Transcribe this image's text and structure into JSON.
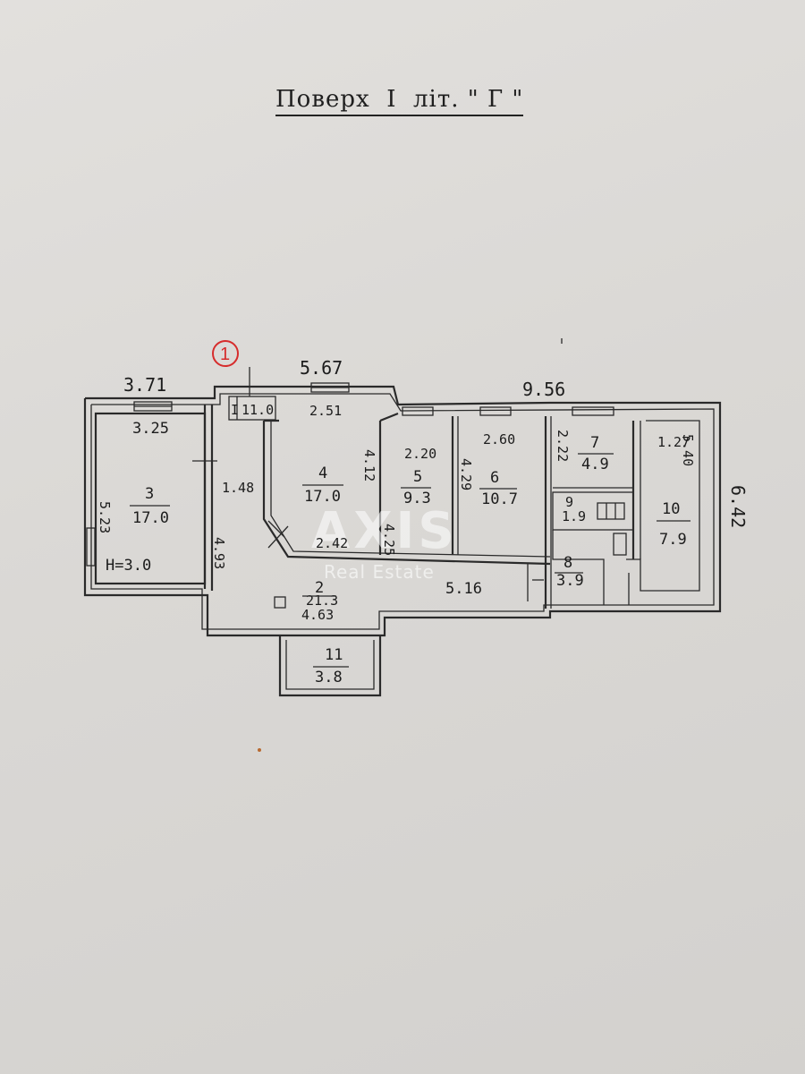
{
  "title": "Поверх  I  літ. \" Г \"",
  "marker": "1",
  "watermark": {
    "brand": "AXIS",
    "sub": "Real Estate",
    "color": "#ffffff"
  },
  "marker_color": "#d62c2c",
  "dimensions": {
    "top_left_width": "3.71",
    "top_mid_width": "5.67",
    "top_right_width": "9.56",
    "right_height": "6.42",
    "room3_top": "3.25",
    "room3_side": "5.23",
    "room3_height": "Н=3.0",
    "room2_left": "1.48",
    "room2_side": "4.93",
    "room1_top": "2.51",
    "room1_right": "4.12",
    "room1_diag": "2.42",
    "room5_top": "2.20",
    "room5_left": "4.25",
    "room6_top": "2.60",
    "room6_left": "4.29",
    "room7_left": "2.22",
    "room10_top": "1.27",
    "room10_side": "5.40",
    "corridor_len": "5.16",
    "room2_bottom": "4.63"
  },
  "rooms": [
    {
      "num": "1",
      "area": "11.0"
    },
    {
      "num": "2",
      "area": "21.3"
    },
    {
      "num": "3",
      "area": "17.0"
    },
    {
      "num": "4",
      "area": "17.0"
    },
    {
      "num": "5",
      "area": "9.3"
    },
    {
      "num": "6",
      "area": "10.7"
    },
    {
      "num": "7",
      "area": "4.9"
    },
    {
      "num": "8",
      "area": "3.9"
    },
    {
      "num": "9",
      "area": "1.9"
    },
    {
      "num": "10",
      "area": "7.9"
    },
    {
      "num": "11",
      "area": "3.8"
    }
  ],
  "room1_prefix": "I"
}
